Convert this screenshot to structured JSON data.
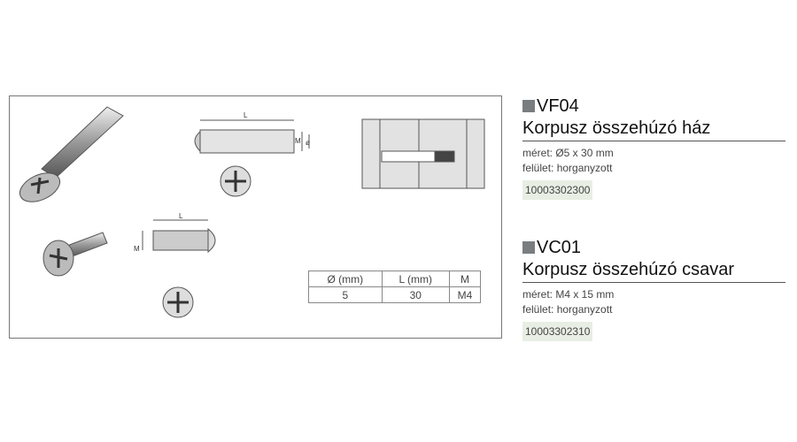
{
  "diagram": {
    "labels": {
      "l_top": "L",
      "m_top": "M",
      "d_top": "ø",
      "l_bottom": "L",
      "m_bottom": "M"
    }
  },
  "spec_table": {
    "headers": [
      "Ø (mm)",
      "L (mm)",
      "M"
    ],
    "row": [
      "5",
      "30",
      "M4"
    ]
  },
  "products": [
    {
      "code": "VF04",
      "title": "Korpusz összehúzó ház",
      "size": "méret: Ø5 x 30 mm",
      "surface": "felület: horganyzott",
      "sku": "10003302300"
    },
    {
      "code": "VC01",
      "title": "Korpusz összehúzó csavar",
      "size": "méret: M4 x 15 mm",
      "surface": "felület: horganyzott",
      "sku": "10003302310"
    }
  ]
}
